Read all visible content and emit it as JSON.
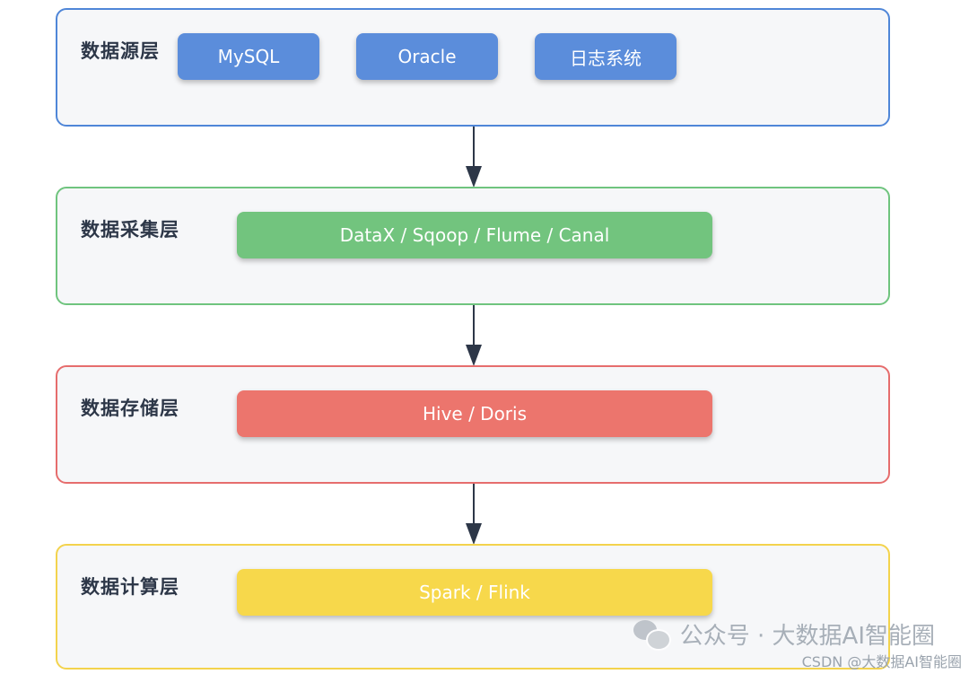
{
  "layers": [
    {
      "title": "数据源层",
      "border_color": "#4f86d8",
      "chip_color": "#5b8ddb",
      "items": [
        "MySQL",
        "Oracle",
        "日志系统"
      ]
    },
    {
      "title": "数据采集层",
      "border_color": "#6fc47e",
      "chip_color": "#72c47e",
      "items": [
        "DataX / Sqoop / Flume / Canal"
      ]
    },
    {
      "title": "数据存储层",
      "border_color": "#e66d6d",
      "chip_color": "#ec756d",
      "items": [
        "Hive / Doris"
      ]
    },
    {
      "title": "数据计算层",
      "border_color": "#f3d34d",
      "chip_color": "#f7d84b",
      "items": [
        "Spark / Flink"
      ]
    }
  ],
  "arrow_color": "#2d3748",
  "watermark": {
    "icon": "wechat-icon",
    "text": "公众号 · 大数据AI智能圈",
    "credit": "CSDN @大数据AI智能圈"
  }
}
